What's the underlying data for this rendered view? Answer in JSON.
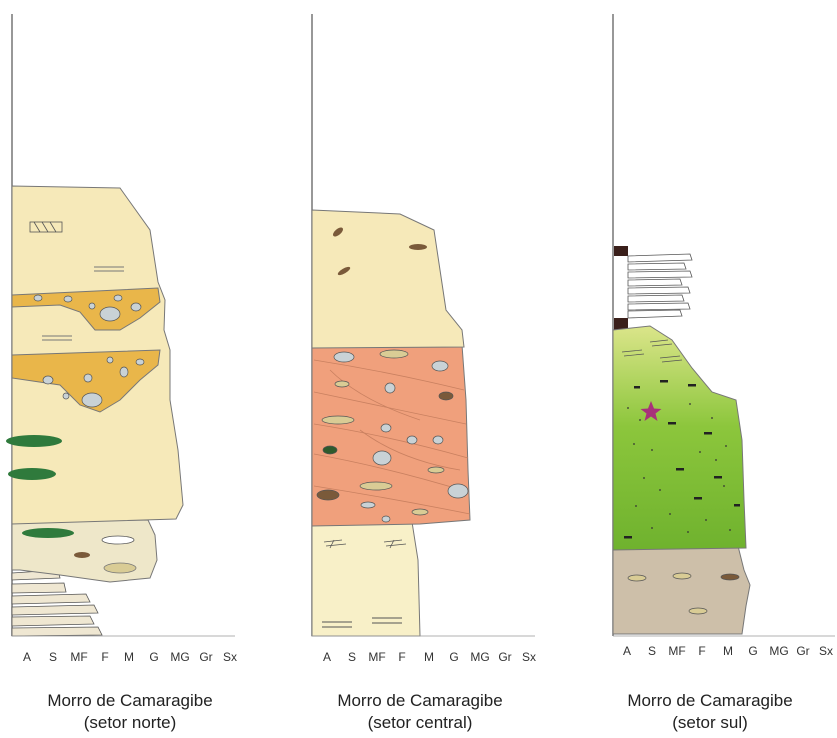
{
  "colors": {
    "pale_sand": "#f6e9b9",
    "gold_lens": "#e9b64a",
    "orange_body": "#f0a07c",
    "green_body": "#8bc53b",
    "tan_body": "#cdbfa9",
    "dark_green": "#2f7a3c",
    "brown_clast": "#7a5a3a",
    "axis_line": "#777777"
  },
  "columns": [
    {
      "name": "Morro de Camaragibe",
      "sector": "(setor norte)",
      "grain_ticks": [
        "A",
        "S",
        "MF",
        "F",
        "M",
        "G",
        "MG",
        "Gr",
        "Sx"
      ]
    },
    {
      "name": "Morro de Camaragibe",
      "sector": "(setor central)",
      "grain_ticks": [
        "A",
        "S",
        "MF",
        "F",
        "M",
        "G",
        "MG",
        "Gr",
        "Sx"
      ]
    },
    {
      "name": "Morro de Camaragibe",
      "sector": "(setor sul)",
      "grain_ticks": [
        "A",
        "S",
        "MF",
        "F",
        "M",
        "G",
        "MG",
        "Gr",
        "Sx"
      ]
    }
  ],
  "icons": [
    "star-icon"
  ]
}
